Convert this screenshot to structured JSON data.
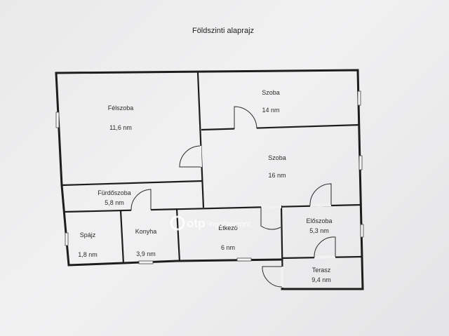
{
  "title": "Földszinti alaprajz",
  "rooms": [
    {
      "name": "Félszoba",
      "area": "11,6 nm"
    },
    {
      "name": "Szoba",
      "area": "14 nm"
    },
    {
      "name": "Szoba",
      "area": "16 nm"
    },
    {
      "name": "Fürdőszoba",
      "area": "5,8 nm"
    },
    {
      "name": "Spájz",
      "area": "1,8 nm"
    },
    {
      "name": "Konyha",
      "area": "3,9 nm"
    },
    {
      "name": "Étkező",
      "area": "6 nm"
    },
    {
      "name": "Előszoba",
      "area": "5,3 nm"
    },
    {
      "name": "Terasz",
      "area": "9,4 nm"
    }
  ],
  "watermark": {
    "logo": "otp",
    "text": "ingatlanpont"
  }
}
